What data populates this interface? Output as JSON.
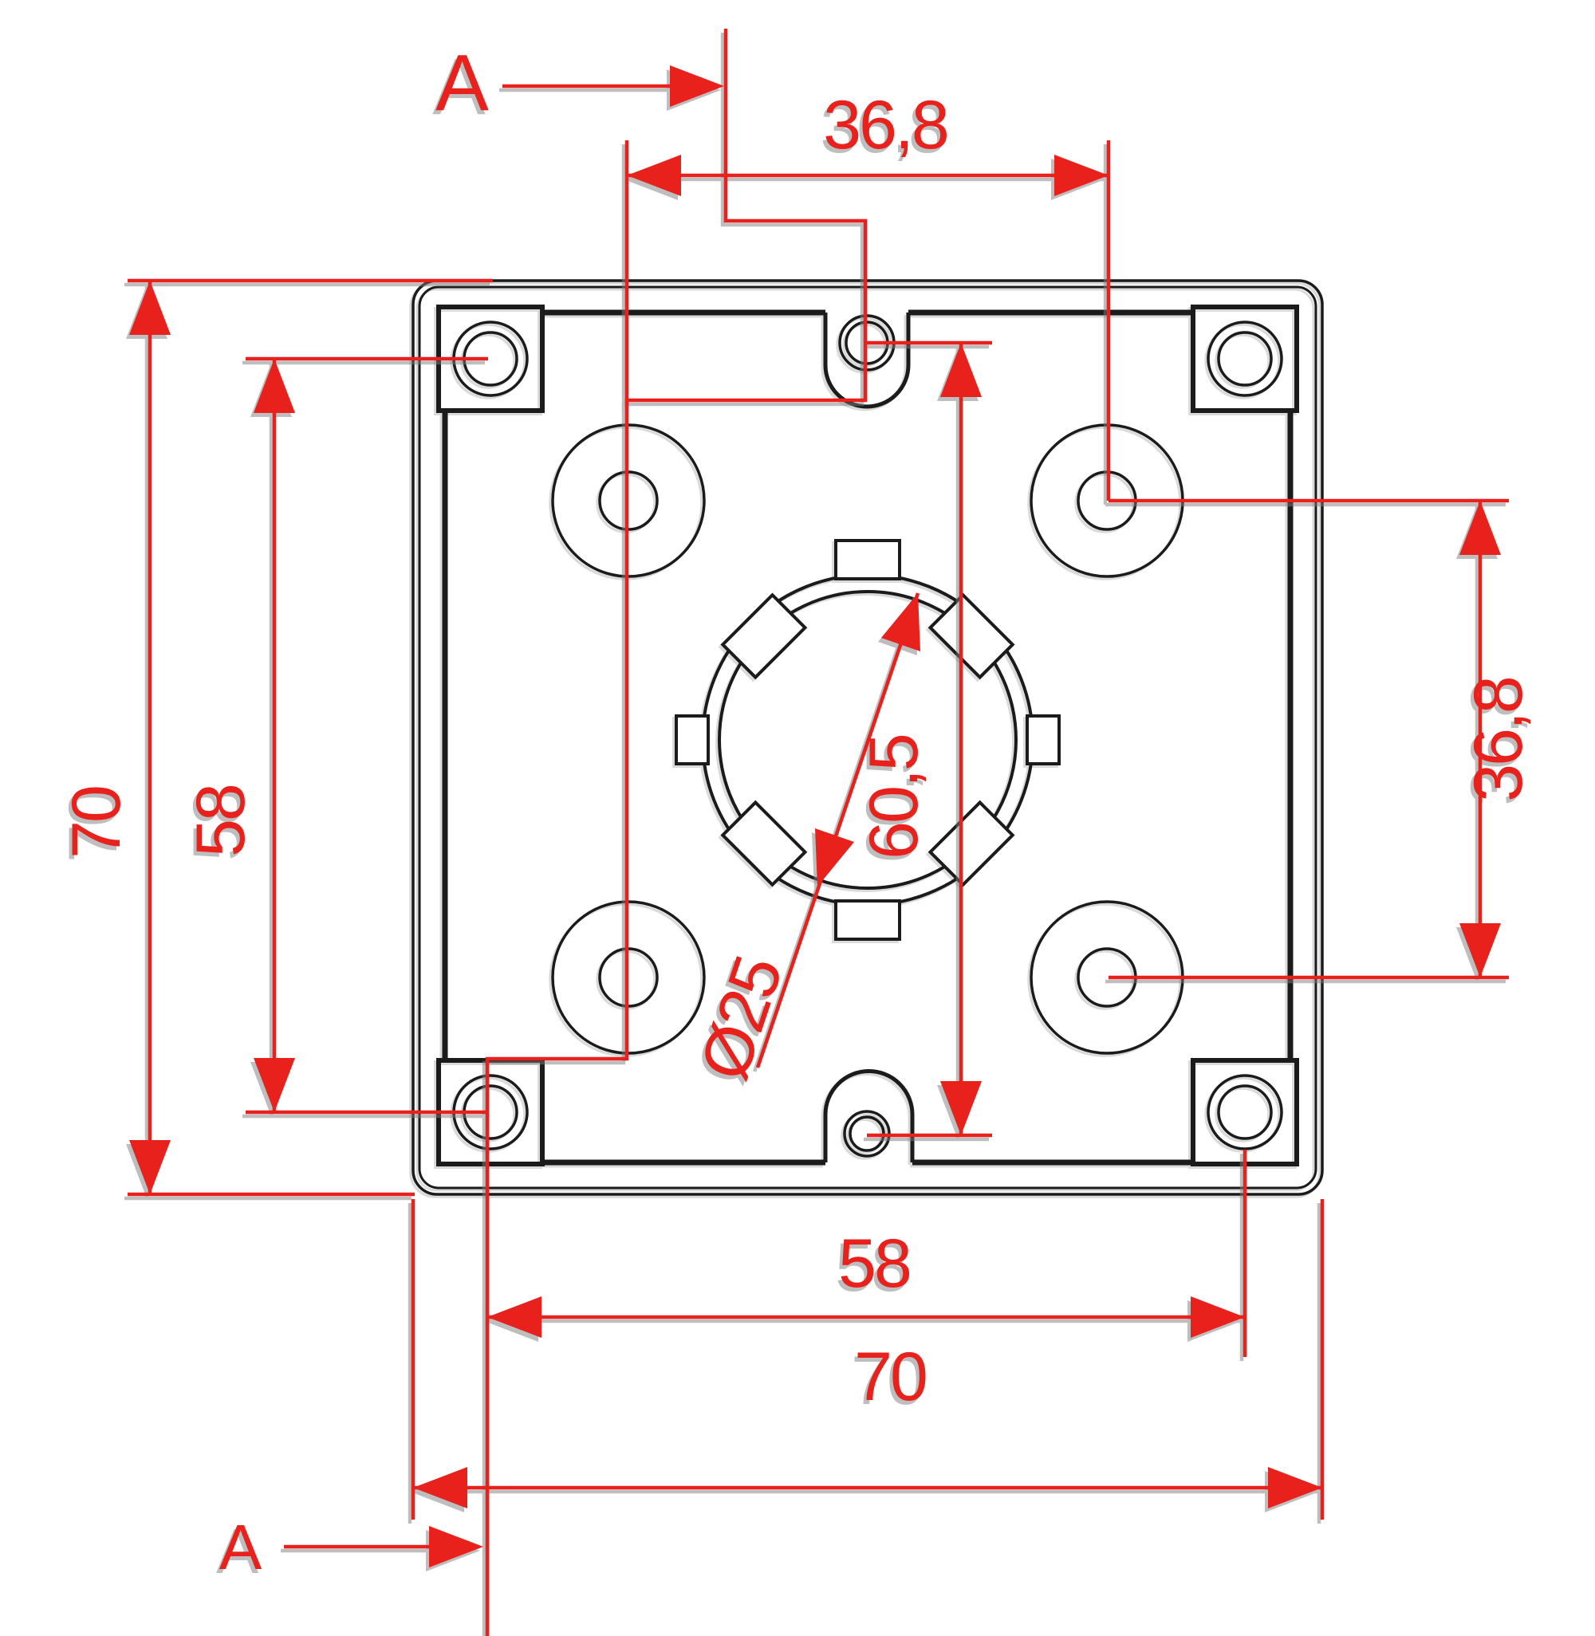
{
  "drawing": {
    "type": "engineering-dimension-drawing",
    "section_view": {
      "label_top": "A",
      "label_bottom": "A"
    },
    "dimensions": {
      "top_hole_spacing": "36,8",
      "right_hole_spacing": "36,8",
      "left_plate_height": "70",
      "left_hole_spacing": "58",
      "bottom_hole_spacing": "58",
      "bottom_plate_width": "70",
      "vertical_center_span": "60,5",
      "center_bore_diameter": "Ø25"
    },
    "colors": {
      "dimension_red": "#e8211c",
      "outline_black": "#1b1b1b"
    }
  }
}
